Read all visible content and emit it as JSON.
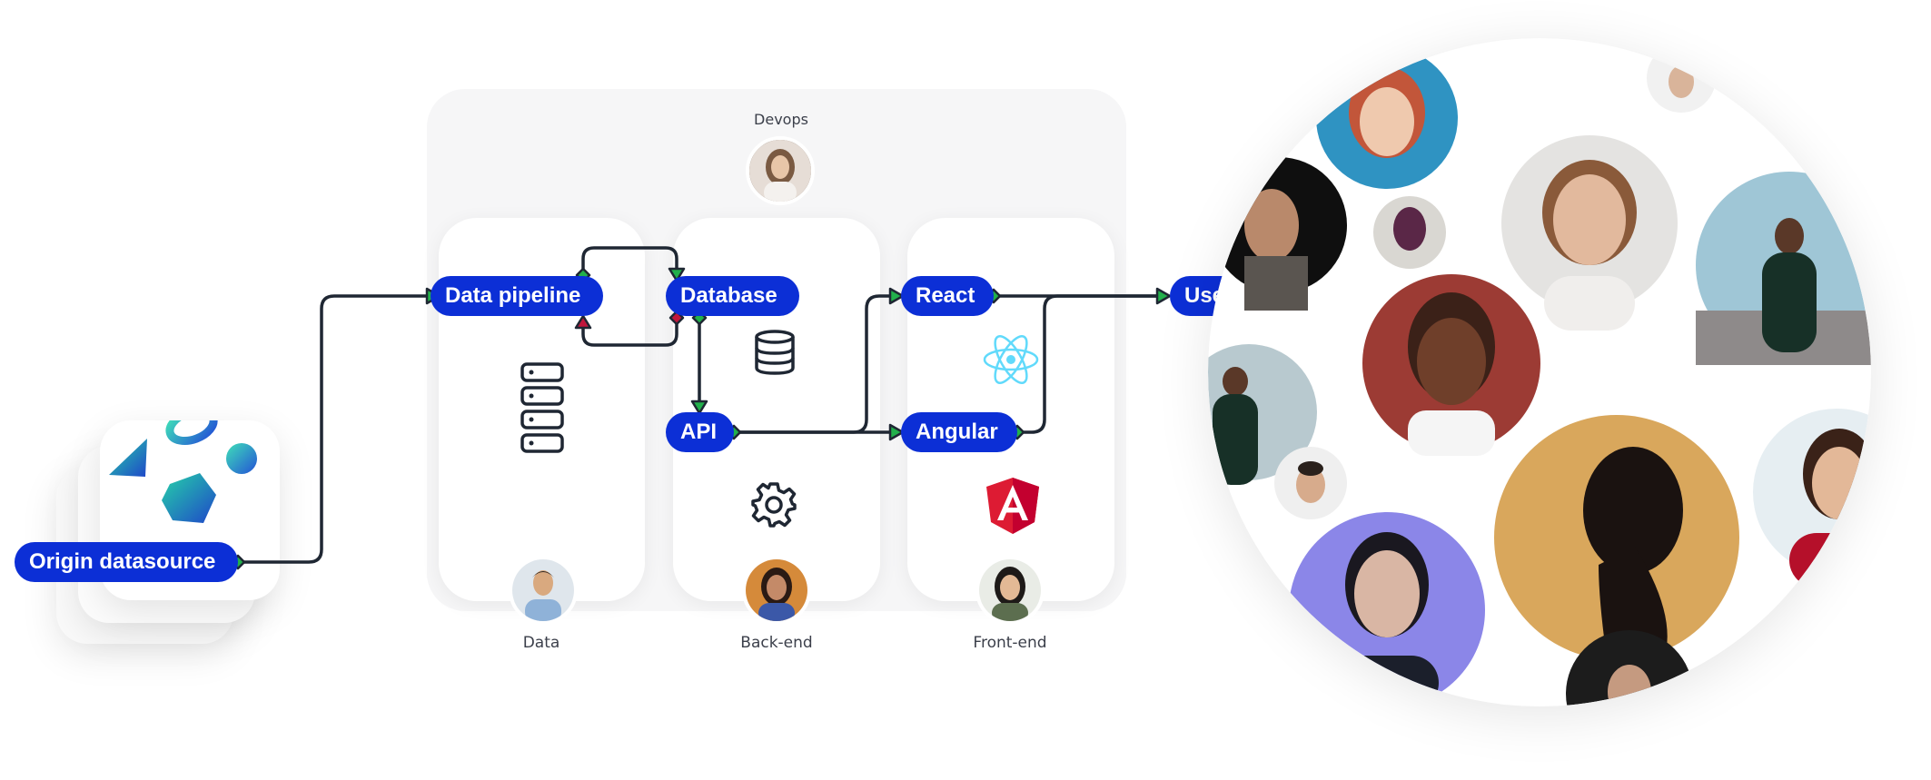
{
  "devops": {
    "label": "Devops"
  },
  "origin": {
    "label": "Origin datasource"
  },
  "columns": {
    "data": {
      "node": "Data pipeline",
      "caption": "Data"
    },
    "backend": {
      "nodes": {
        "database": "Database",
        "api": "API"
      },
      "caption": "Back-end"
    },
    "frontend": {
      "nodes": {
        "react": "React",
        "angular": "Angular"
      },
      "caption": "Front-end"
    }
  },
  "users": {
    "label": "Users"
  },
  "colors": {
    "node": "#0c2fd6",
    "connector": "#1f2733",
    "port_green": "#22b04b",
    "port_red": "#c0163c",
    "angular_red": "#dd1b33",
    "react_blue": "#61dafb"
  },
  "icons": [
    "server-stack-icon",
    "database-icon",
    "gear-icon",
    "react-logo-icon",
    "angular-logo-icon"
  ]
}
